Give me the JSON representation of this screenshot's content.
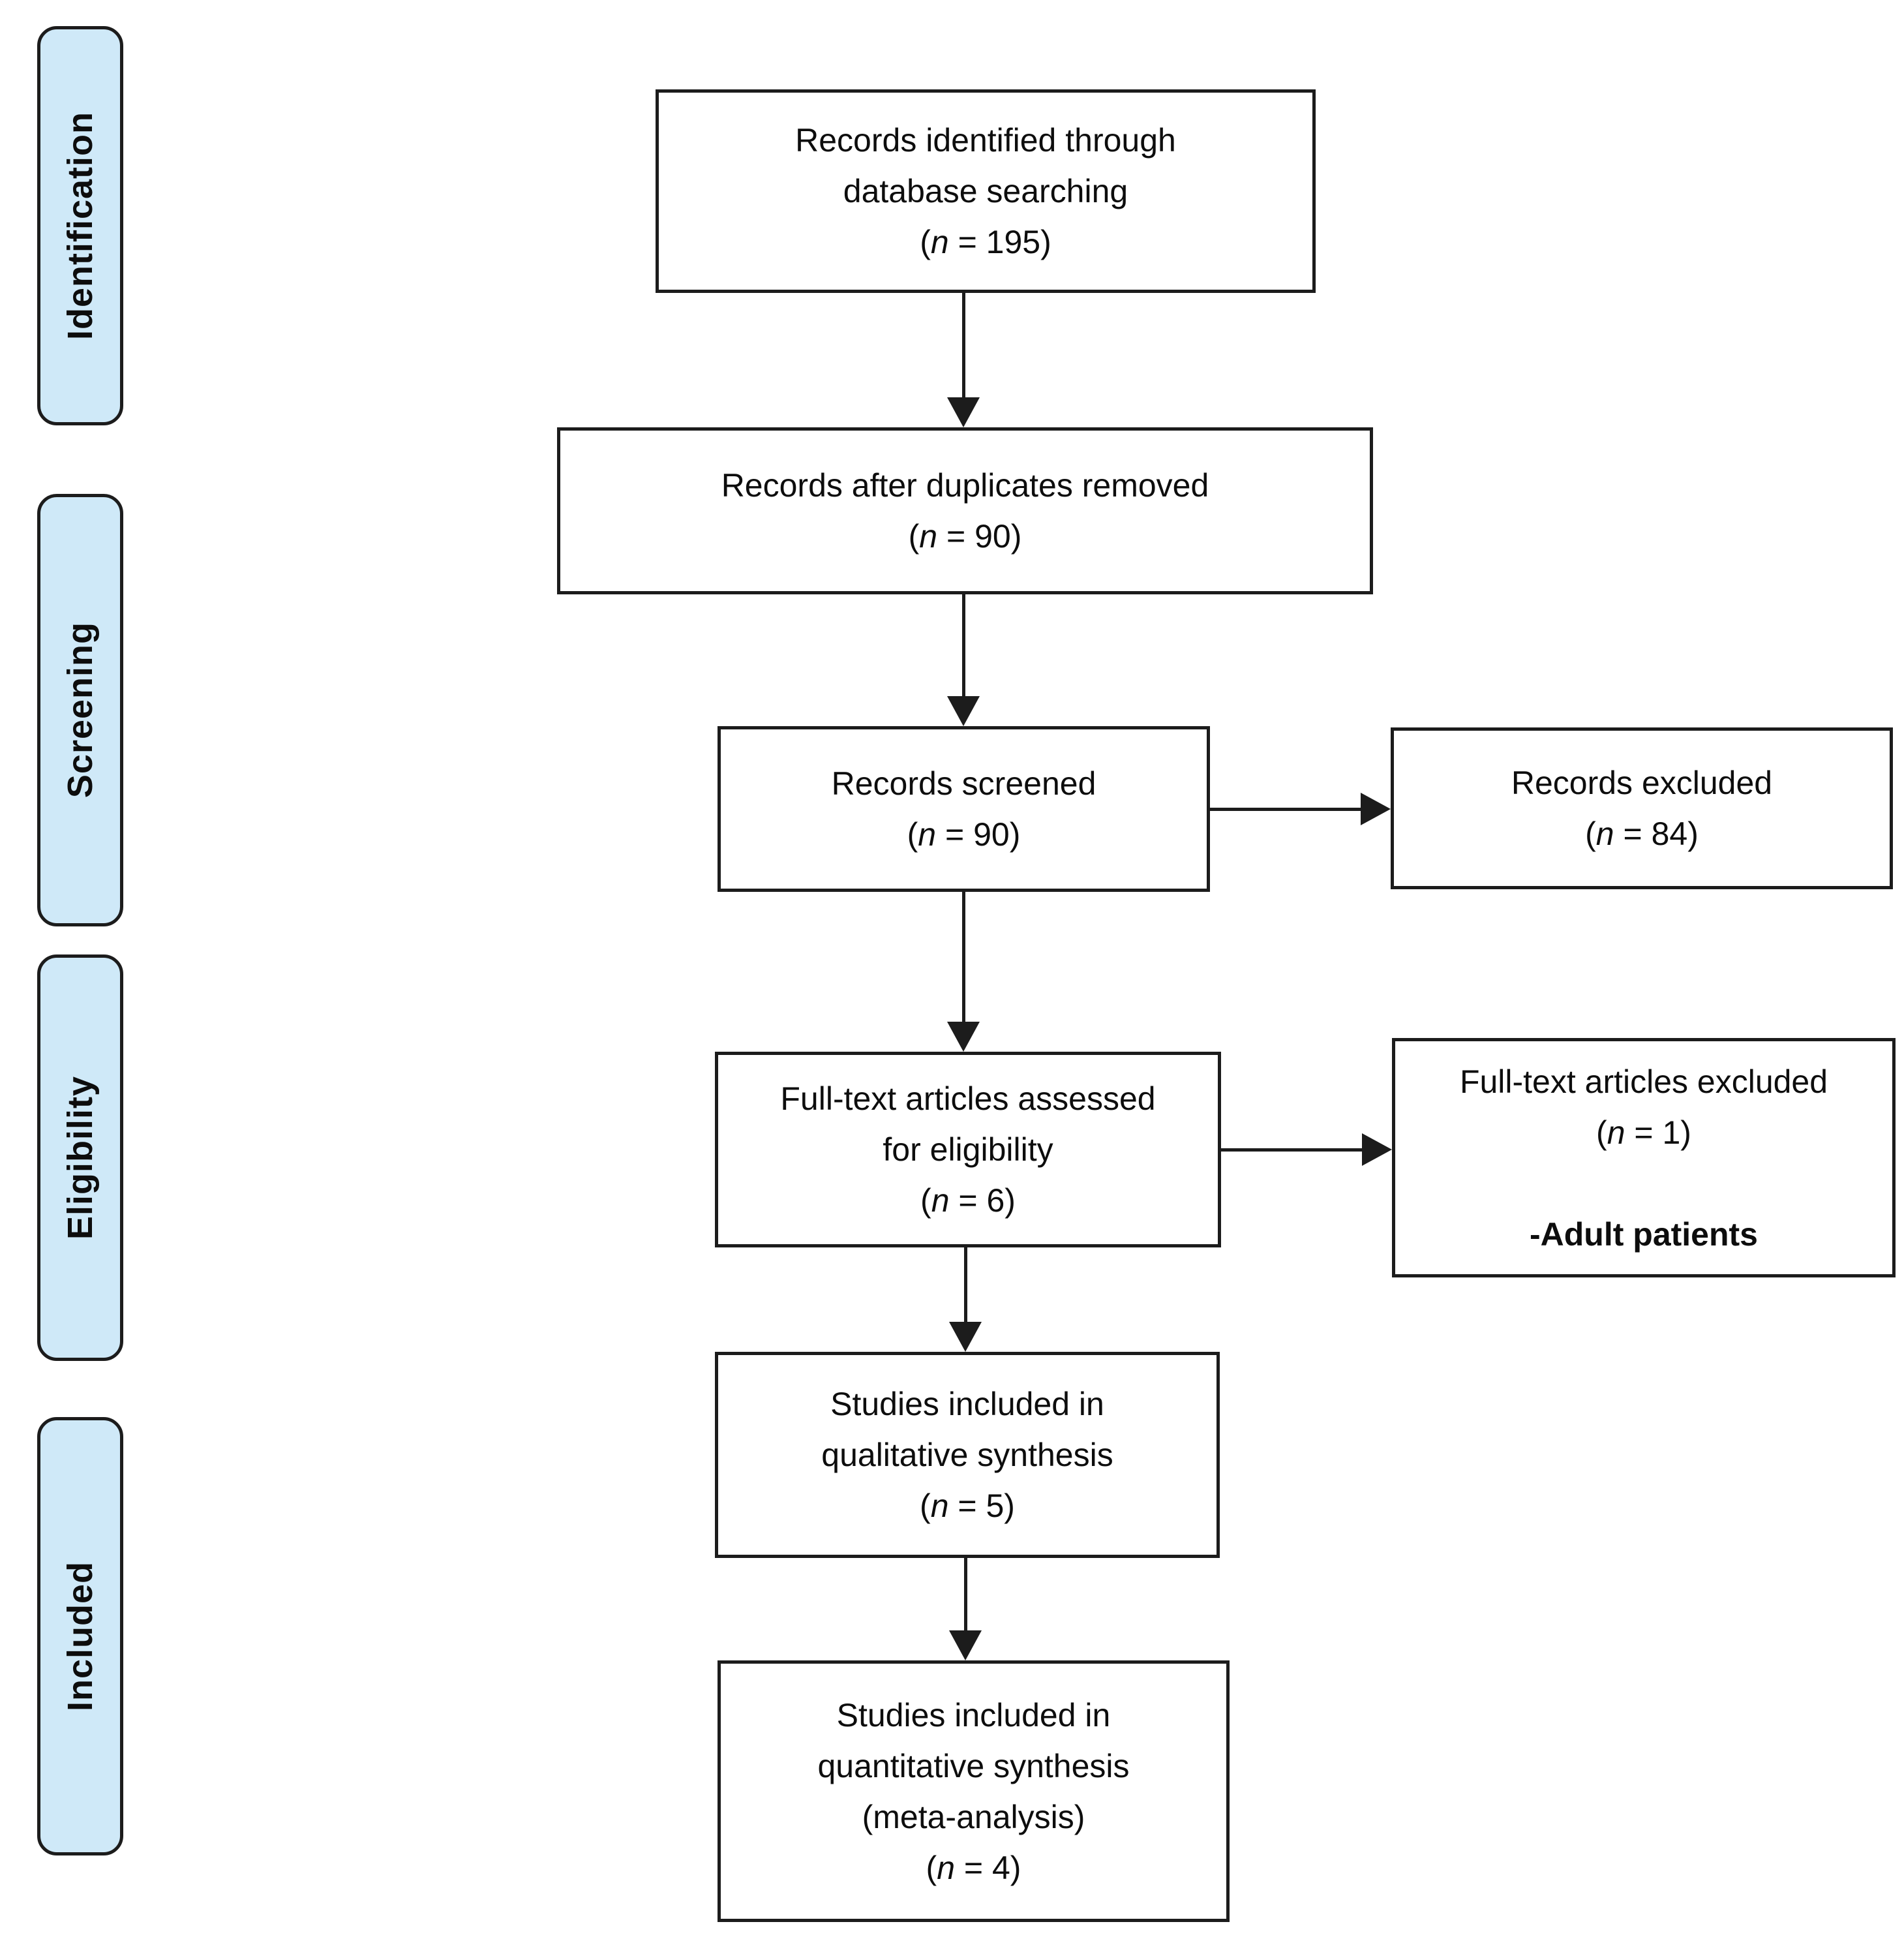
{
  "colors": {
    "background": "#ffffff",
    "box_fill": "#ffffff",
    "sidebar_fill": "#cfe9f8",
    "line": "#1c1c1c",
    "text": "#0d0d0d"
  },
  "sidebar": {
    "labels": [
      {
        "id": "identification",
        "label": "Identification"
      },
      {
        "id": "screening",
        "label": "Screening"
      },
      {
        "id": "eligibility",
        "label": "Eligibility"
      },
      {
        "id": "included",
        "label": "Included"
      }
    ]
  },
  "flow": {
    "boxes": [
      {
        "id": "records-identified",
        "lines": [
          "Records identified through",
          "database searching",
          "(n = 195)"
        ]
      },
      {
        "id": "records-after-duplicates",
        "lines": [
          "Records after duplicates removed",
          "(n = 90)"
        ]
      },
      {
        "id": "records-screened",
        "lines": [
          "Records screened",
          "(n = 90)"
        ]
      },
      {
        "id": "records-excluded",
        "lines": [
          "Records excluded",
          "(n = 84)"
        ]
      },
      {
        "id": "fulltext-assessed",
        "lines": [
          "Full-text articles assessed",
          "for eligibility",
          "(n = 6)"
        ]
      },
      {
        "id": "fulltext-excluded",
        "lines": [
          "Full-text articles excluded",
          "(n = 1)",
          "",
          "-Adult patients"
        ],
        "bold": [
          3
        ]
      },
      {
        "id": "qualitative-included",
        "lines": [
          "Studies included in",
          "qualitative synthesis",
          "(n = 5)"
        ]
      },
      {
        "id": "quantitative-included",
        "lines": [
          "Studies included in",
          "quantitative synthesis",
          "(meta-analysis)",
          "(n = 4)"
        ]
      }
    ],
    "connectors": [
      {
        "from": "records-identified",
        "to": "records-after-duplicates",
        "direction": "down"
      },
      {
        "from": "records-after-duplicates",
        "to": "records-screened",
        "direction": "down"
      },
      {
        "from": "records-screened",
        "to": "records-excluded",
        "direction": "right"
      },
      {
        "from": "records-screened",
        "to": "fulltext-assessed",
        "direction": "down"
      },
      {
        "from": "fulltext-assessed",
        "to": "fulltext-excluded",
        "direction": "right"
      },
      {
        "from": "fulltext-assessed",
        "to": "qualitative-included",
        "direction": "down"
      },
      {
        "from": "qualitative-included",
        "to": "quantitative-included",
        "direction": "down"
      }
    ]
  }
}
